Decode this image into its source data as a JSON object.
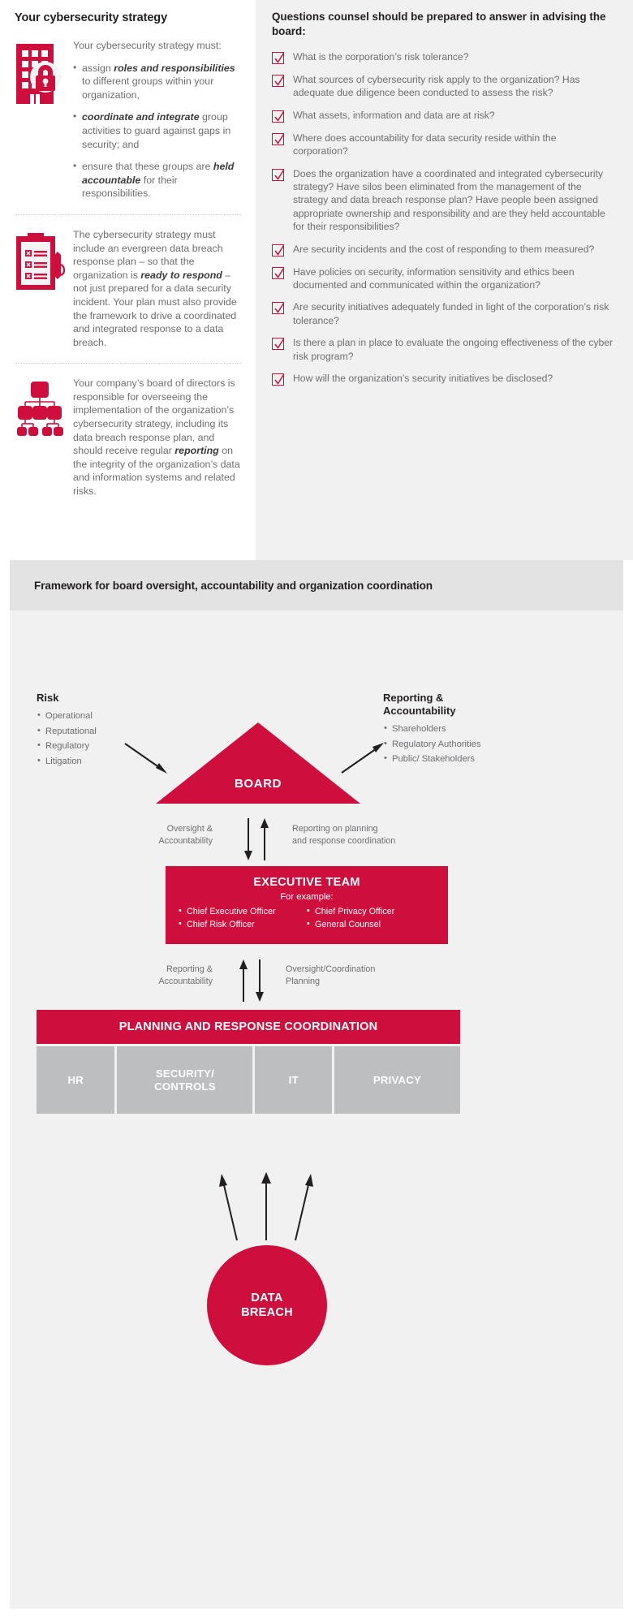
{
  "left": {
    "title": "Your cybersecurity strategy",
    "blocks": [
      {
        "icon": "building-lock-icon",
        "lead": "Your cybersecurity strategy must:",
        "bullets": [
          {
            "pre": "assign ",
            "strong": "roles and responsibilities",
            "post": " to different groups within your organization,"
          },
          {
            "pre": "",
            "strong": "coordinate and integrate",
            "post": " group activities to guard against gaps in security; and"
          },
          {
            "pre": "ensure that these groups are ",
            "strong": "held accountable",
            "post": " for their responsibilities."
          }
        ]
      },
      {
        "icon": "clipboard-checklist-icon",
        "pre": "The cybersecurity strategy must include an evergreen data breach response plan – so that the organization is ",
        "strong": "ready to respond",
        "post": " – not just prepared for a data security incident. Your plan must also provide the framework to drive a coordinated and integrated response to a data breach."
      },
      {
        "icon": "org-chart-icon",
        "pre": "Your company’s board of directors is responsible for overseeing the implementation of the organization’s cybersecurity strategy, including its data breach response plan, and should receive regular ",
        "strong": "reporting",
        "post": " on the integrity of the organization’s data and information systems and related risks."
      }
    ]
  },
  "questions": {
    "title": "Questions counsel should be prepared to answer in advising the board:",
    "checkbox_icon": "checkmark-icon",
    "items": [
      "What is the corporation’s risk tolerance?",
      "What sources of cybersecurity risk apply to the organization? Has adequate due diligence been conducted to assess the risk?",
      "What assets, information and data are at risk?",
      "Where does accountability for data security reside within the corporation?",
      "Does the organization have a coordinated and integrated cybersecurity strategy? Have silos been eliminated from the management of the strategy and data breach response plan? Have people been assigned appropriate ownership and responsibility and are they held accountable for their responsibilities?",
      "Are security incidents and the cost of responding to them measured?",
      "Have policies on security, information sensitivity and ethics been documented and communicated within the organization?",
      "Are security initiatives adequately funded in light of the corporation’s risk tolerance?",
      "Is there a plan in place to evaluate the ongoing effectiveness of the cyber risk program?",
      "How will the organization’s security initiatives be disclosed?"
    ]
  },
  "framework": {
    "heading": "Framework for board oversight, accountability and organization coordination",
    "risk": {
      "heading": "Risk",
      "items": [
        "Operational",
        "Reputational",
        "Regulatory",
        "Litigation"
      ]
    },
    "reporting": {
      "heading": "Reporting &\nAccountability",
      "heading_line1": "Reporting &",
      "heading_line2": "Accountability",
      "items": [
        "Shareholders",
        "Regulatory Authorities",
        "Public/ Stakeholders"
      ]
    },
    "board": {
      "label": "BOARD"
    },
    "flow_top": {
      "left_line1": "Oversight &",
      "left_line2": "Accountability",
      "right_line1": "Reporting on planning",
      "right_line2": "and response coordination"
    },
    "executive": {
      "title": "EXECUTIVE TEAM",
      "subtitle": "For example:",
      "col1": [
        "Chief Executive Officer",
        "Chief Risk Officer"
      ],
      "col2": [
        "Chief Privacy Officer",
        "General Counsel"
      ]
    },
    "flow_bottom": {
      "left_line1": "Reporting &",
      "left_line2": "Accountability",
      "right_line1": "Oversight/Coordination",
      "right_line2": "Planning"
    },
    "planning_bar": "PLANNING AND RESPONSE COORDINATION",
    "departments": [
      {
        "line1": "HR",
        "line2": ""
      },
      {
        "line1": "SECURITY/",
        "line2": "CONTROLS"
      },
      {
        "line1": "IT",
        "line2": ""
      },
      {
        "line1": "PRIVACY",
        "line2": ""
      }
    ],
    "data_breach": {
      "line1": "DATA",
      "line2": "BREACH"
    }
  },
  "colors": {
    "brand_red": "#ce0e3d",
    "panel_grey": "#f1f1f1",
    "header_grey": "#e3e3e3",
    "dept_grey": "#bcbec0",
    "body_text": "#6d6e71",
    "heading_text": "#231f20"
  }
}
